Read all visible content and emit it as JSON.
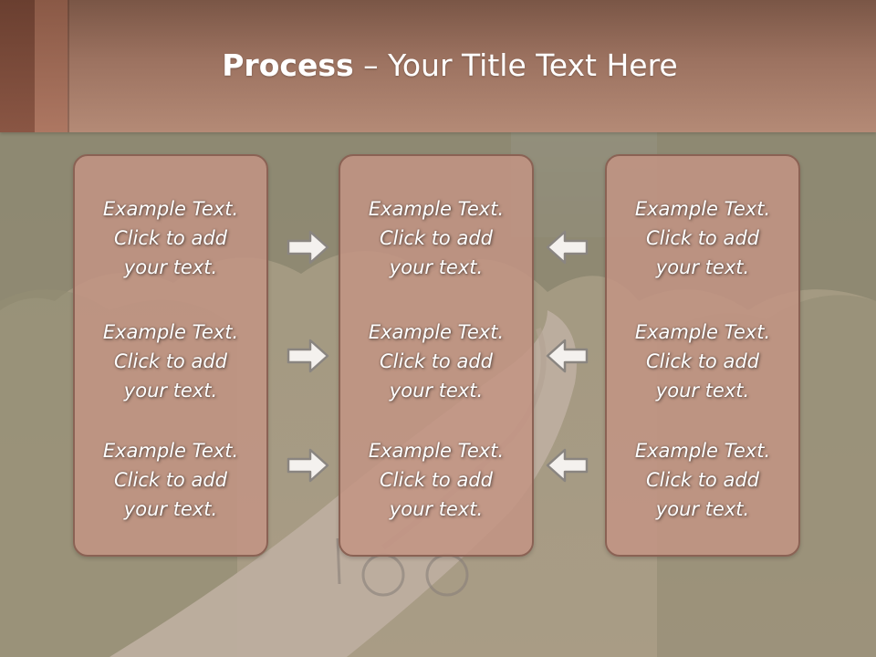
{
  "slide": {
    "title_bold": "Process",
    "title_rest": " – Your Title Text Here"
  },
  "columns": [
    {
      "items": [
        {
          "line1": "Example Text.",
          "line2": "Click  to add",
          "line3": "your text."
        },
        {
          "line1": "Example Text.",
          "line2": "Click  to add",
          "line3": "your text."
        },
        {
          "line1": "Example Text.",
          "line2": "Click  to add",
          "line3": "your text."
        }
      ]
    },
    {
      "items": [
        {
          "line1": "Example Text.",
          "line2": "Click  to add",
          "line3": "your text."
        },
        {
          "line1": "Example Text.",
          "line2": "Click  to add",
          "line3": "your text."
        },
        {
          "line1": "Example Text.",
          "line2": "Click  to add",
          "line3": "your text."
        }
      ]
    },
    {
      "items": [
        {
          "line1": "Example Text.",
          "line2": "Click  to add",
          "line3": "your text."
        },
        {
          "line1": "Example Text.",
          "line2": "Click  to add",
          "line3": "your text."
        },
        {
          "line1": "Example Text.",
          "line2": "Click  to add",
          "line3": "your text."
        }
      ]
    }
  ],
  "arrows": {
    "left_group": "arrow-right-icon",
    "right_group": "arrow-left-icon"
  },
  "colors": {
    "header": "#9c7260",
    "box_fill": "#c29484",
    "box_border": "#8a6254",
    "text": "#ffffff"
  }
}
